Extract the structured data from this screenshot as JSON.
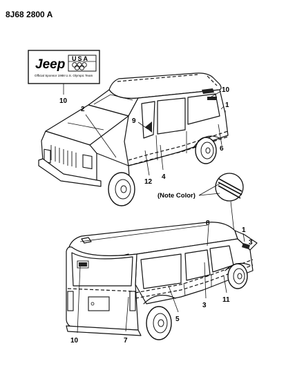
{
  "diagram_code": "8J68   2800 A",
  "logo": {
    "brand": "Jeep",
    "usa": "USA",
    "sponsor_line": "Official Sponsor 1988 U.S. Olympic Team"
  },
  "note": "(Note Color)",
  "callouts_top": {
    "c10_logo": "10",
    "c2": "2",
    "c9": "9",
    "c10_rear": "10",
    "c1": "1",
    "c6": "6",
    "c12": "12",
    "c4": "4"
  },
  "callouts_bottom": {
    "c8": "8",
    "c1": "1",
    "c3a": "3",
    "c3b": "3",
    "c11": "11",
    "c5": "5",
    "c10": "10",
    "c7": "7"
  }
}
